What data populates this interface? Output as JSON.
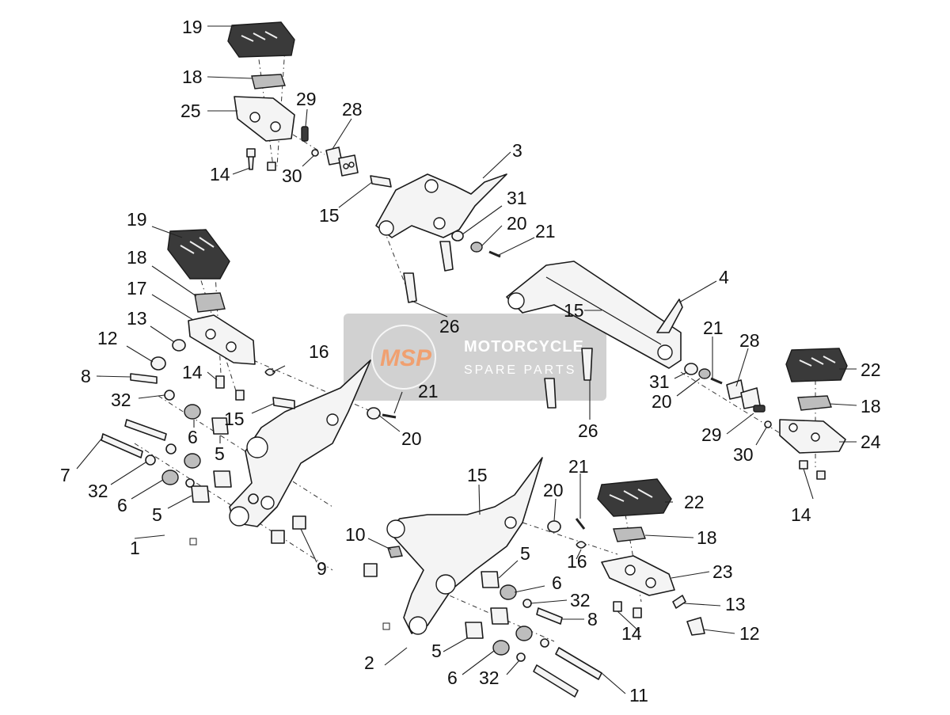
{
  "labels": {
    "l1": "1",
    "l2": "2",
    "l3": "3",
    "l4": "4",
    "l5a": "5",
    "l5b": "5",
    "l5c": "5",
    "l5d": "5",
    "l6a": "6",
    "l6b": "6",
    "l6c": "6",
    "l6d": "6",
    "l7": "7",
    "l8a": "8",
    "l8b": "8",
    "l9": "9",
    "l10": "10",
    "l11": "11",
    "l12a": "12",
    "l12b": "12",
    "l13a": "13",
    "l13b": "13",
    "l14a": "14",
    "l14b": "14",
    "l14c": "14",
    "l14d": "14",
    "l15a": "15",
    "l15b": "15",
    "l15c": "15",
    "l15d": "15",
    "l16a": "16",
    "l16b": "16",
    "l17": "17",
    "l18a": "18",
    "l18b": "18",
    "l18c": "18",
    "l18d": "18",
    "l19a": "19",
    "l19b": "19",
    "l20a": "20",
    "l20b": "20",
    "l20c": "20",
    "l20d": "20",
    "l21a": "21",
    "l21b": "21",
    "l21c": "21",
    "l21d": "21",
    "l22a": "22",
    "l22b": "22",
    "l23": "23",
    "l24": "24",
    "l25": "25",
    "l26a": "26",
    "l26b": "26",
    "l28a": "28",
    "l28b": "28",
    "l29a": "29",
    "l29b": "29",
    "l30a": "30",
    "l30b": "30",
    "l31a": "31",
    "l31b": "31",
    "l32a": "32",
    "l32b": "32",
    "l32c": "32",
    "l32d": "32"
  },
  "watermark": {
    "logo": "MSP",
    "title": "MOTORCYCLE",
    "subtitle": "SPARE PARTS"
  }
}
